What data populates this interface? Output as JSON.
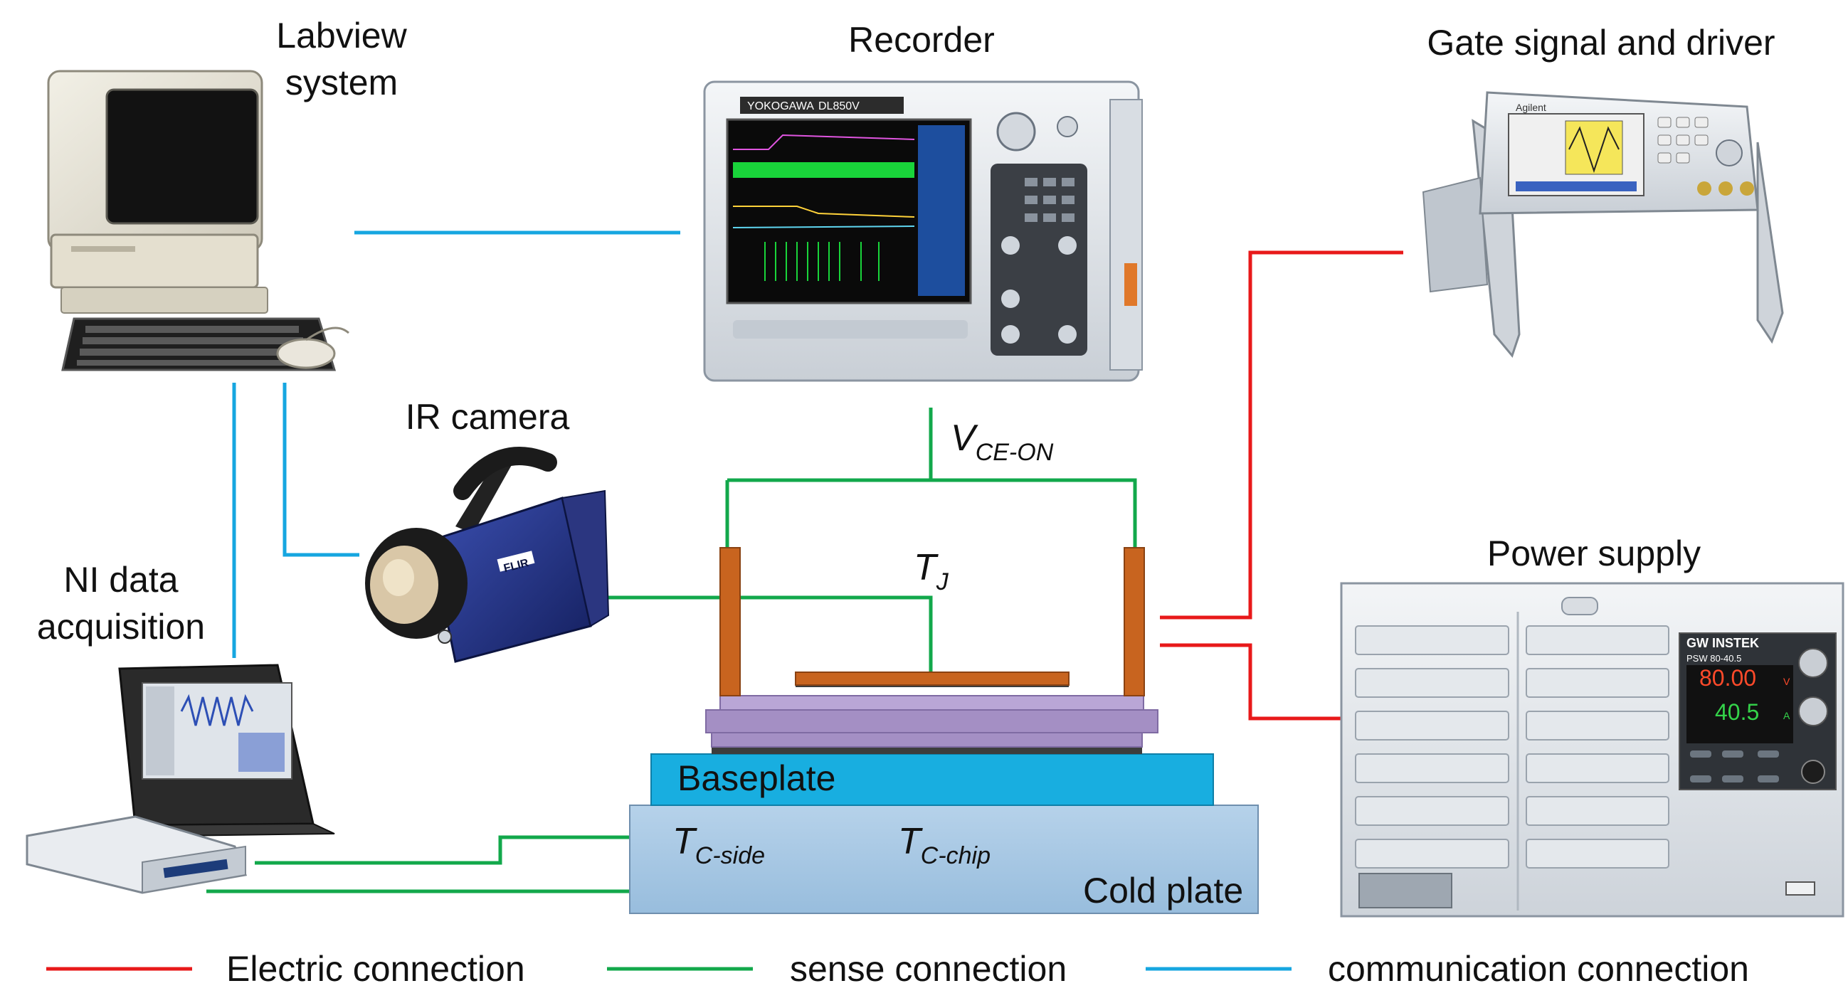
{
  "labels": {
    "labview": "Labview system",
    "labview_l1": "Labview",
    "labview_l2": "system",
    "recorder": "Recorder",
    "gate": "Gate signal and driver",
    "ir_camera": "IR camera",
    "ni_l1": "NI data",
    "ni_l2": "acquisition",
    "power_supply": "Power supply",
    "baseplate": "Baseplate",
    "cold_plate": "Cold plate"
  },
  "symbols": {
    "vce_main": "V",
    "vce_sub": "CE-ON",
    "tj_main": "T",
    "tj_sub": "J",
    "tcside_main": "T",
    "tcside_sub": "C-side",
    "tcchip_main": "T",
    "tcchip_sub": "C-chip"
  },
  "device_text": {
    "recorder_brand": "YOKOGAWA",
    "recorder_model": "DL850V",
    "camera_brand": "FLIR",
    "psu_brand": "GW INSTEK",
    "psu_model": "PSW 80-40.5",
    "psu_voltage": "80.00",
    "psu_voltage_unit": "V",
    "psu_current": "40.5",
    "psu_current_unit": "A",
    "gen_brand": "Agilent"
  },
  "legend": [
    {
      "label": "Electric connection",
      "color": "#e8191a"
    },
    {
      "label": "sense connection",
      "color": "#12a84b"
    },
    {
      "label": "communication connection",
      "color": "#16a6e0"
    }
  ],
  "colors": {
    "electric": "#e8191a",
    "sense": "#12a84b",
    "communication": "#16a6e0",
    "baseplate": "#18aee0",
    "cold_plate": "#a9c9e4",
    "terminal": "#c8641f",
    "substrate": "#a48fc4"
  }
}
